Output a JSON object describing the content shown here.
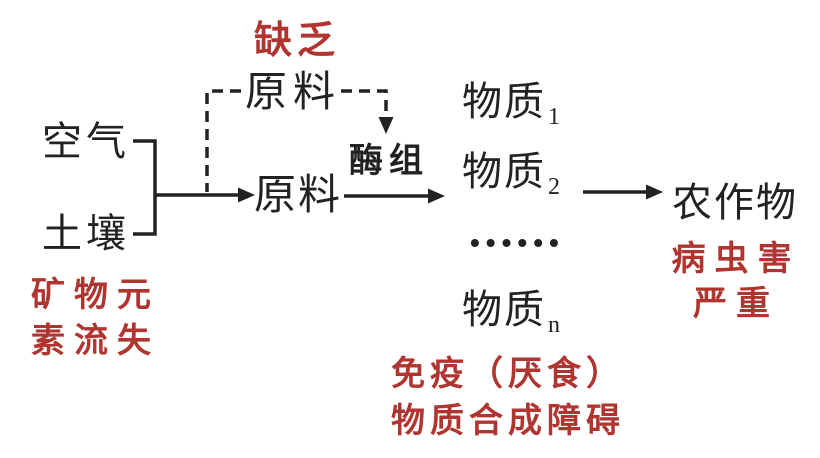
{
  "colors": {
    "red": "#b03530",
    "black": "#222222"
  },
  "nodes": {
    "air": "空气",
    "soil": "土壤",
    "raw_material_top": "原料",
    "raw_material_main": "原料",
    "enzyme_group": "酶组",
    "crops": "农作物",
    "substances": [
      {
        "base": "物质",
        "sub": "1"
      },
      {
        "base": "物质",
        "sub": "2"
      },
      {
        "base": "物质",
        "sub": "n"
      }
    ],
    "ellipsis": "••••••"
  },
  "annotations": {
    "deficiency": "缺乏",
    "mineral_loss": [
      "矿物元",
      "素流失"
    ],
    "pest": [
      "病虫害",
      "严重"
    ],
    "immune": [
      "免疫（厌食）",
      "物质合成障碍"
    ]
  }
}
